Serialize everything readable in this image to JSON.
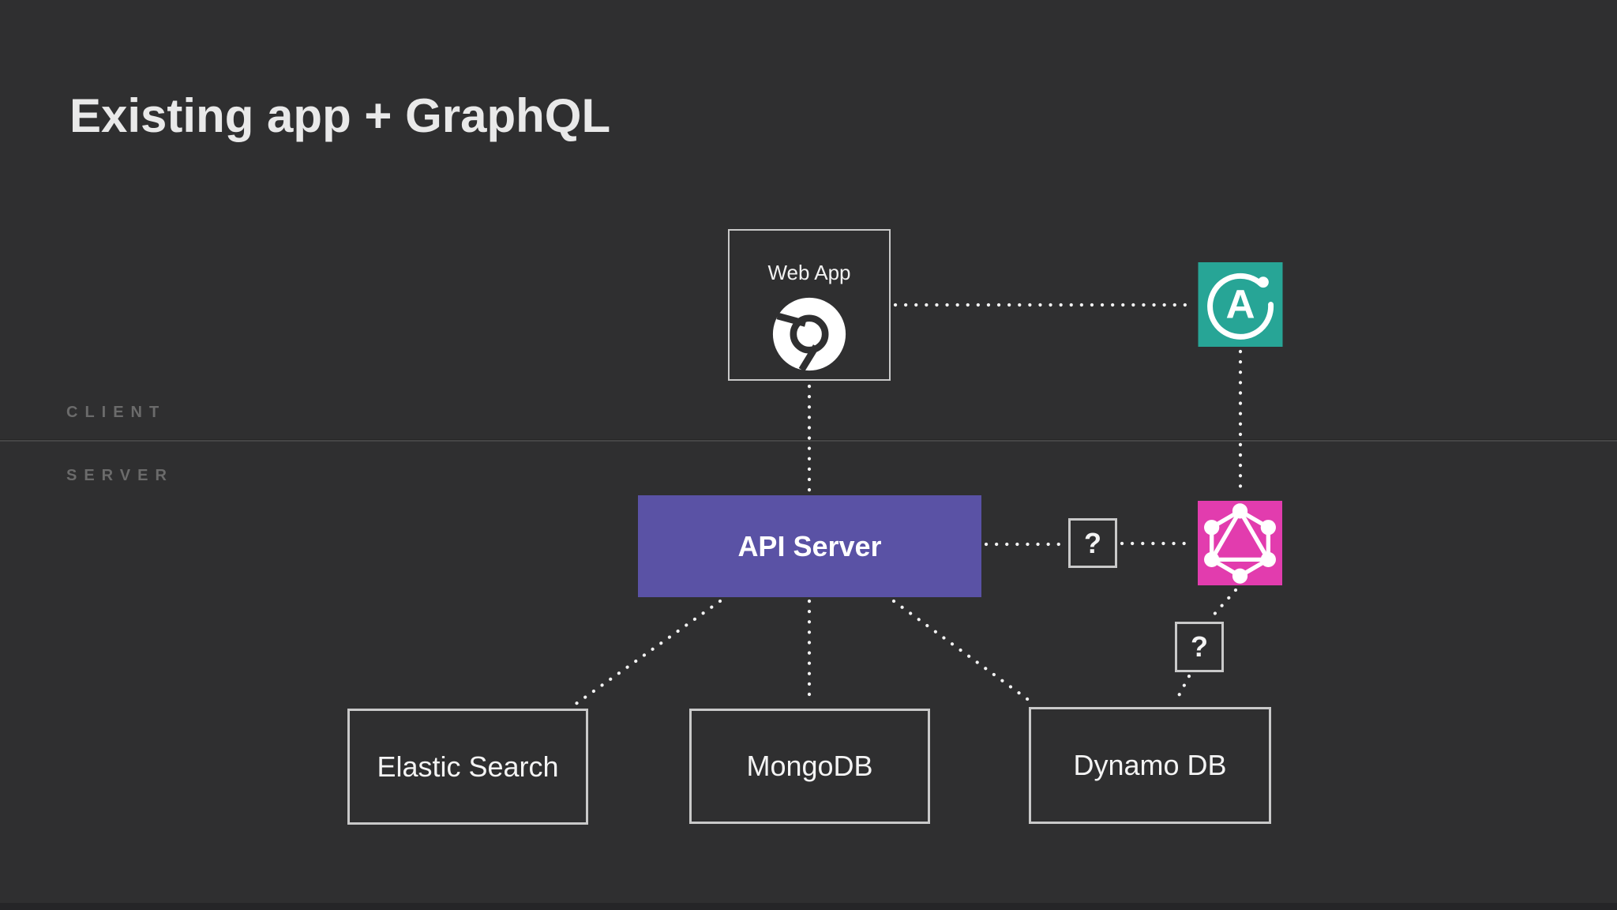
{
  "title": "Existing app + GraphQL",
  "lanes": {
    "client": "CLIENT",
    "server": "SERVER"
  },
  "nodes": {
    "web_app": {
      "label": "Web App",
      "icon": "chrome-icon"
    },
    "apollo_client": {
      "icon": "apollo-icon",
      "letter": "A",
      "color": "#27A596"
    },
    "api_server": {
      "label": "API Server",
      "color": "#5A52A5"
    },
    "graphql_server": {
      "icon": "graphql-icon",
      "color": "#E23CAE"
    },
    "question_api_graphql": {
      "label": "?"
    },
    "question_graphql_dynamo": {
      "label": "?"
    },
    "elastic_search": {
      "label": "Elastic Search"
    },
    "mongodb": {
      "label": "MongoDB"
    },
    "dynamo_db": {
      "label": "Dynamo DB"
    }
  },
  "colors": {
    "background": "#2F2F30",
    "box_border": "#C9C9C9",
    "dotted_line": "#F2F2F2",
    "lane_label": "#6B6B6B",
    "title_text": "#E9E9E9",
    "divider": "#464646"
  }
}
